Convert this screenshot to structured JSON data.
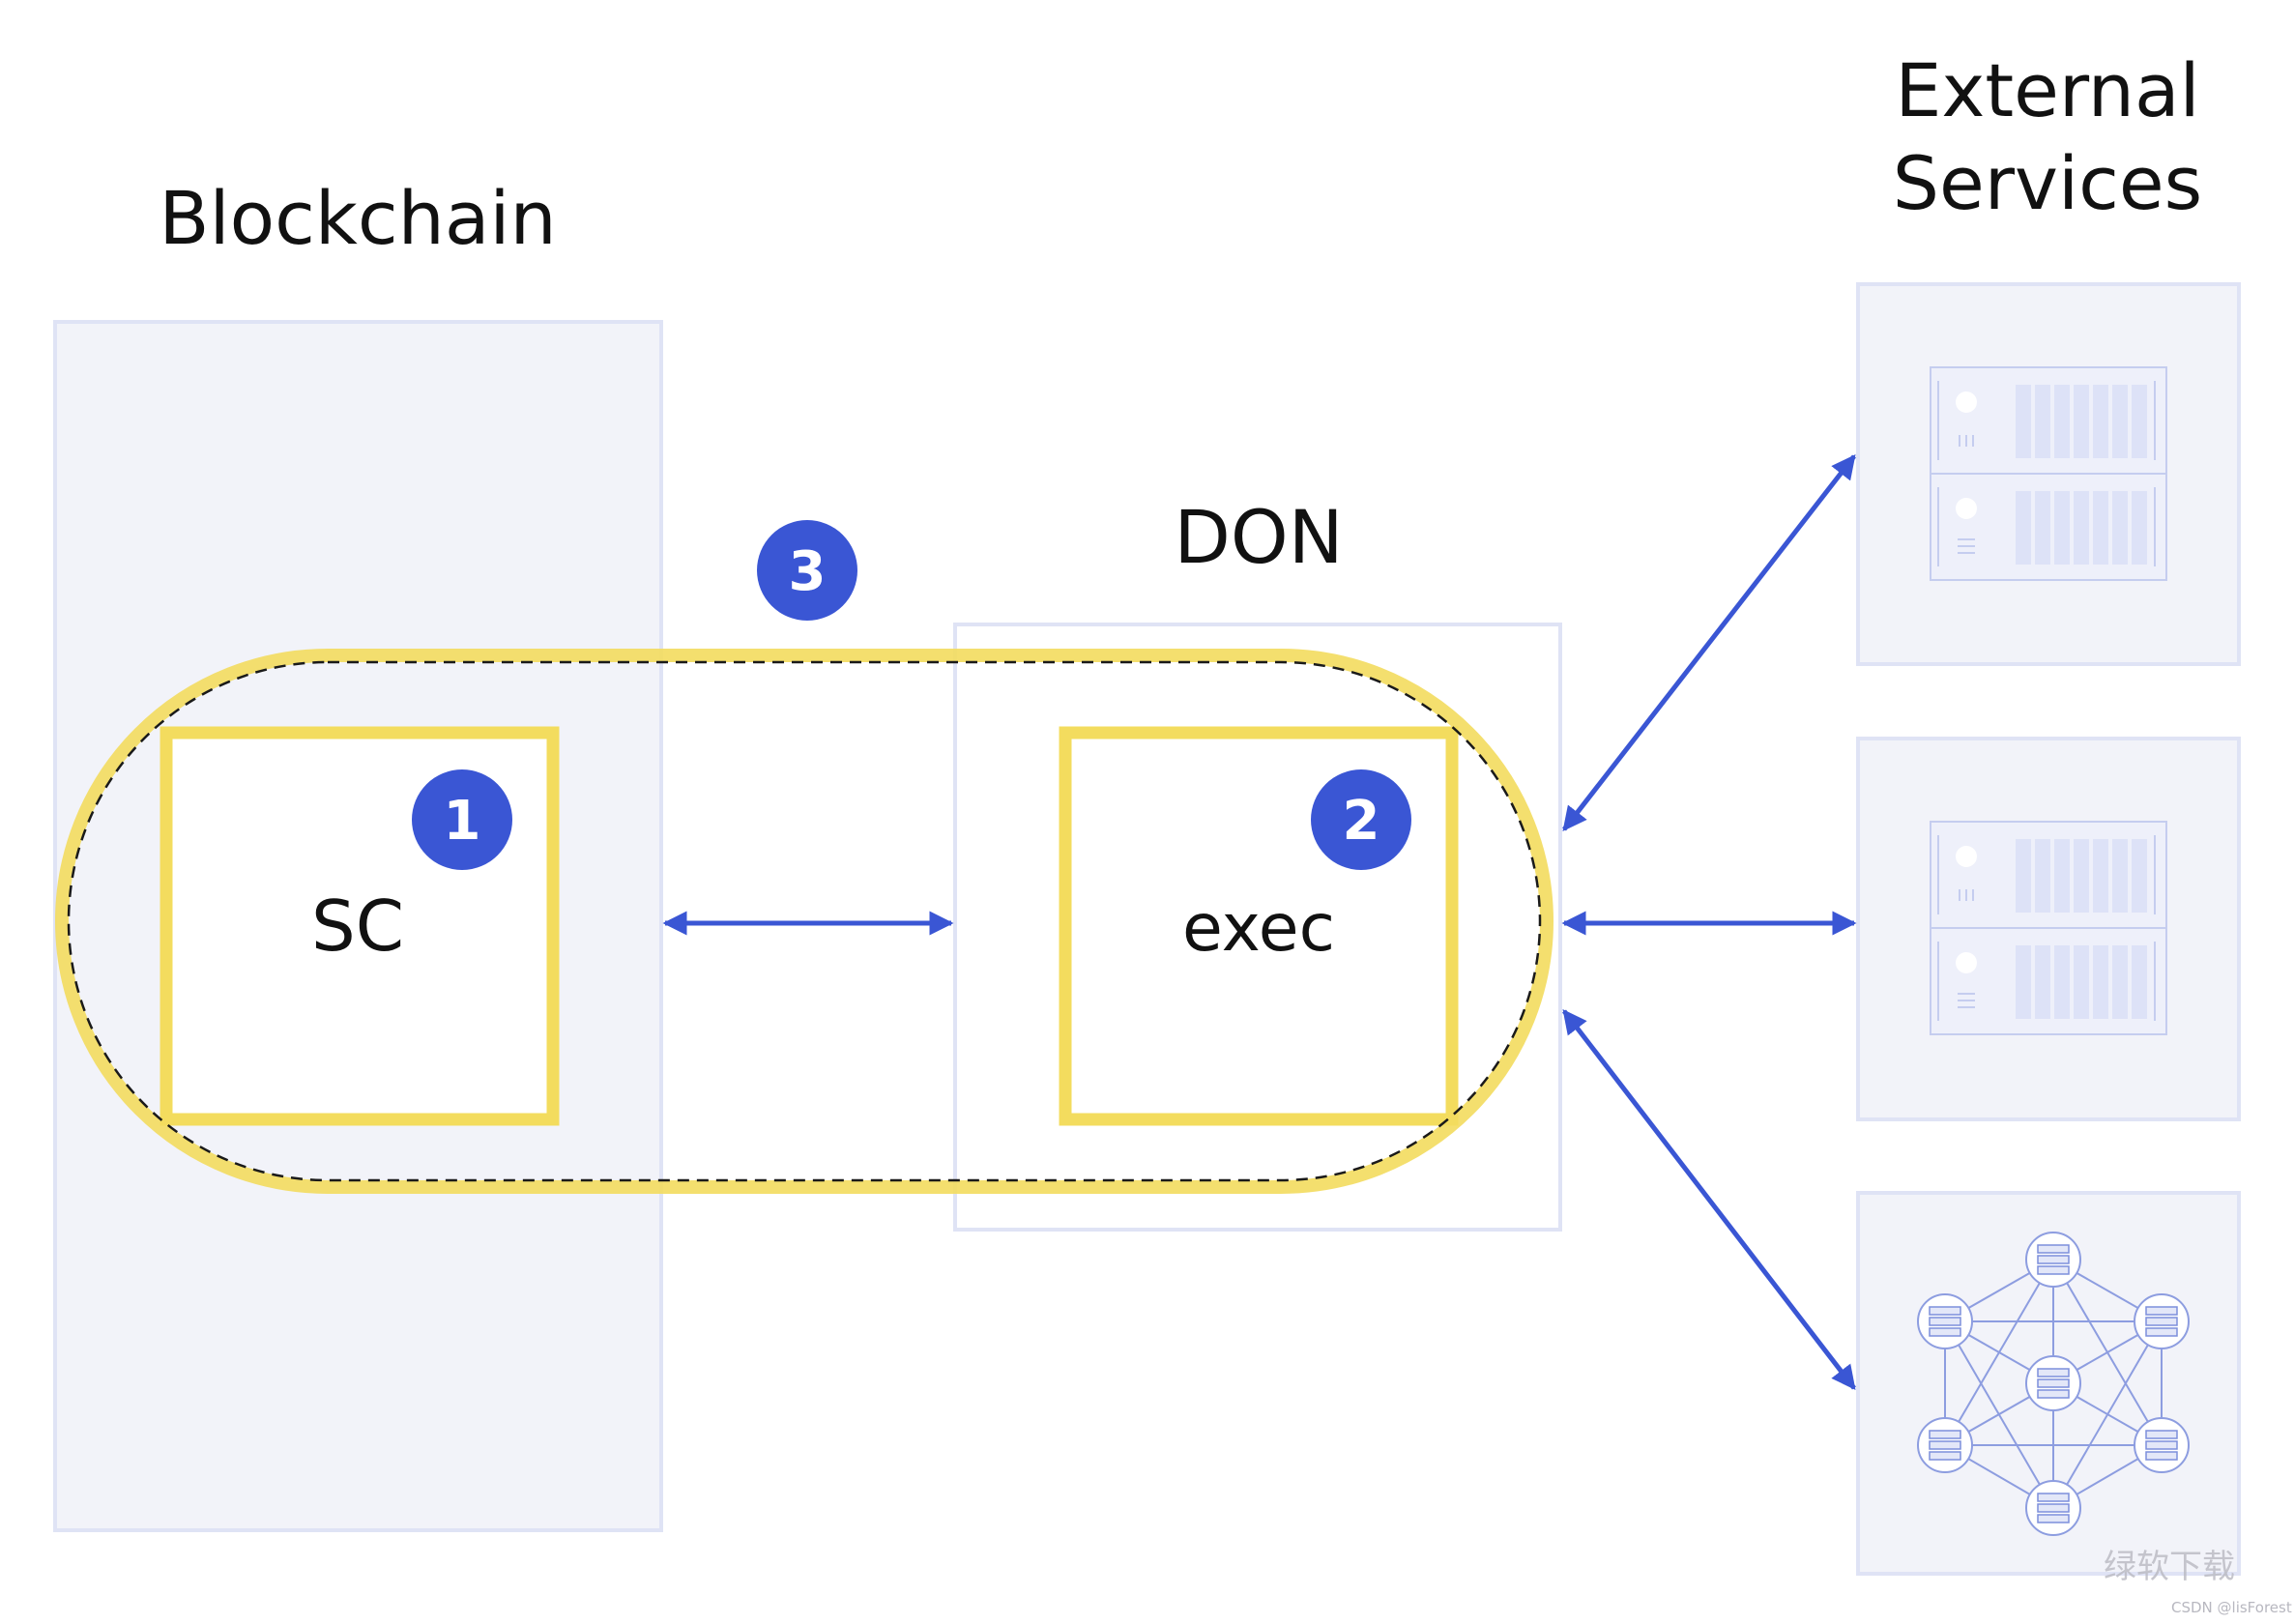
{
  "headings": {
    "blockchain": "Blockchain",
    "don": "DON",
    "external_line1": "External",
    "external_line2": "Services"
  },
  "nodes": {
    "sc": "SC",
    "exec": "exec"
  },
  "badges": {
    "one": "1",
    "two": "2",
    "three": "3"
  },
  "watermark": {
    "brand": "绿软下载",
    "credit": "CSDN @lisForest"
  },
  "colors": {
    "panel_fill": "#f2f3f9",
    "panel_stroke": "#dfe3f5",
    "highlight": "#f3dc5e",
    "accent": "#3a56d4",
    "server_fill": "#e3e7f8",
    "server_stroke": "#c5cdef"
  },
  "icons": {
    "external_1": "server-icon",
    "external_2": "server-icon",
    "external_3": "network-graph-icon"
  }
}
